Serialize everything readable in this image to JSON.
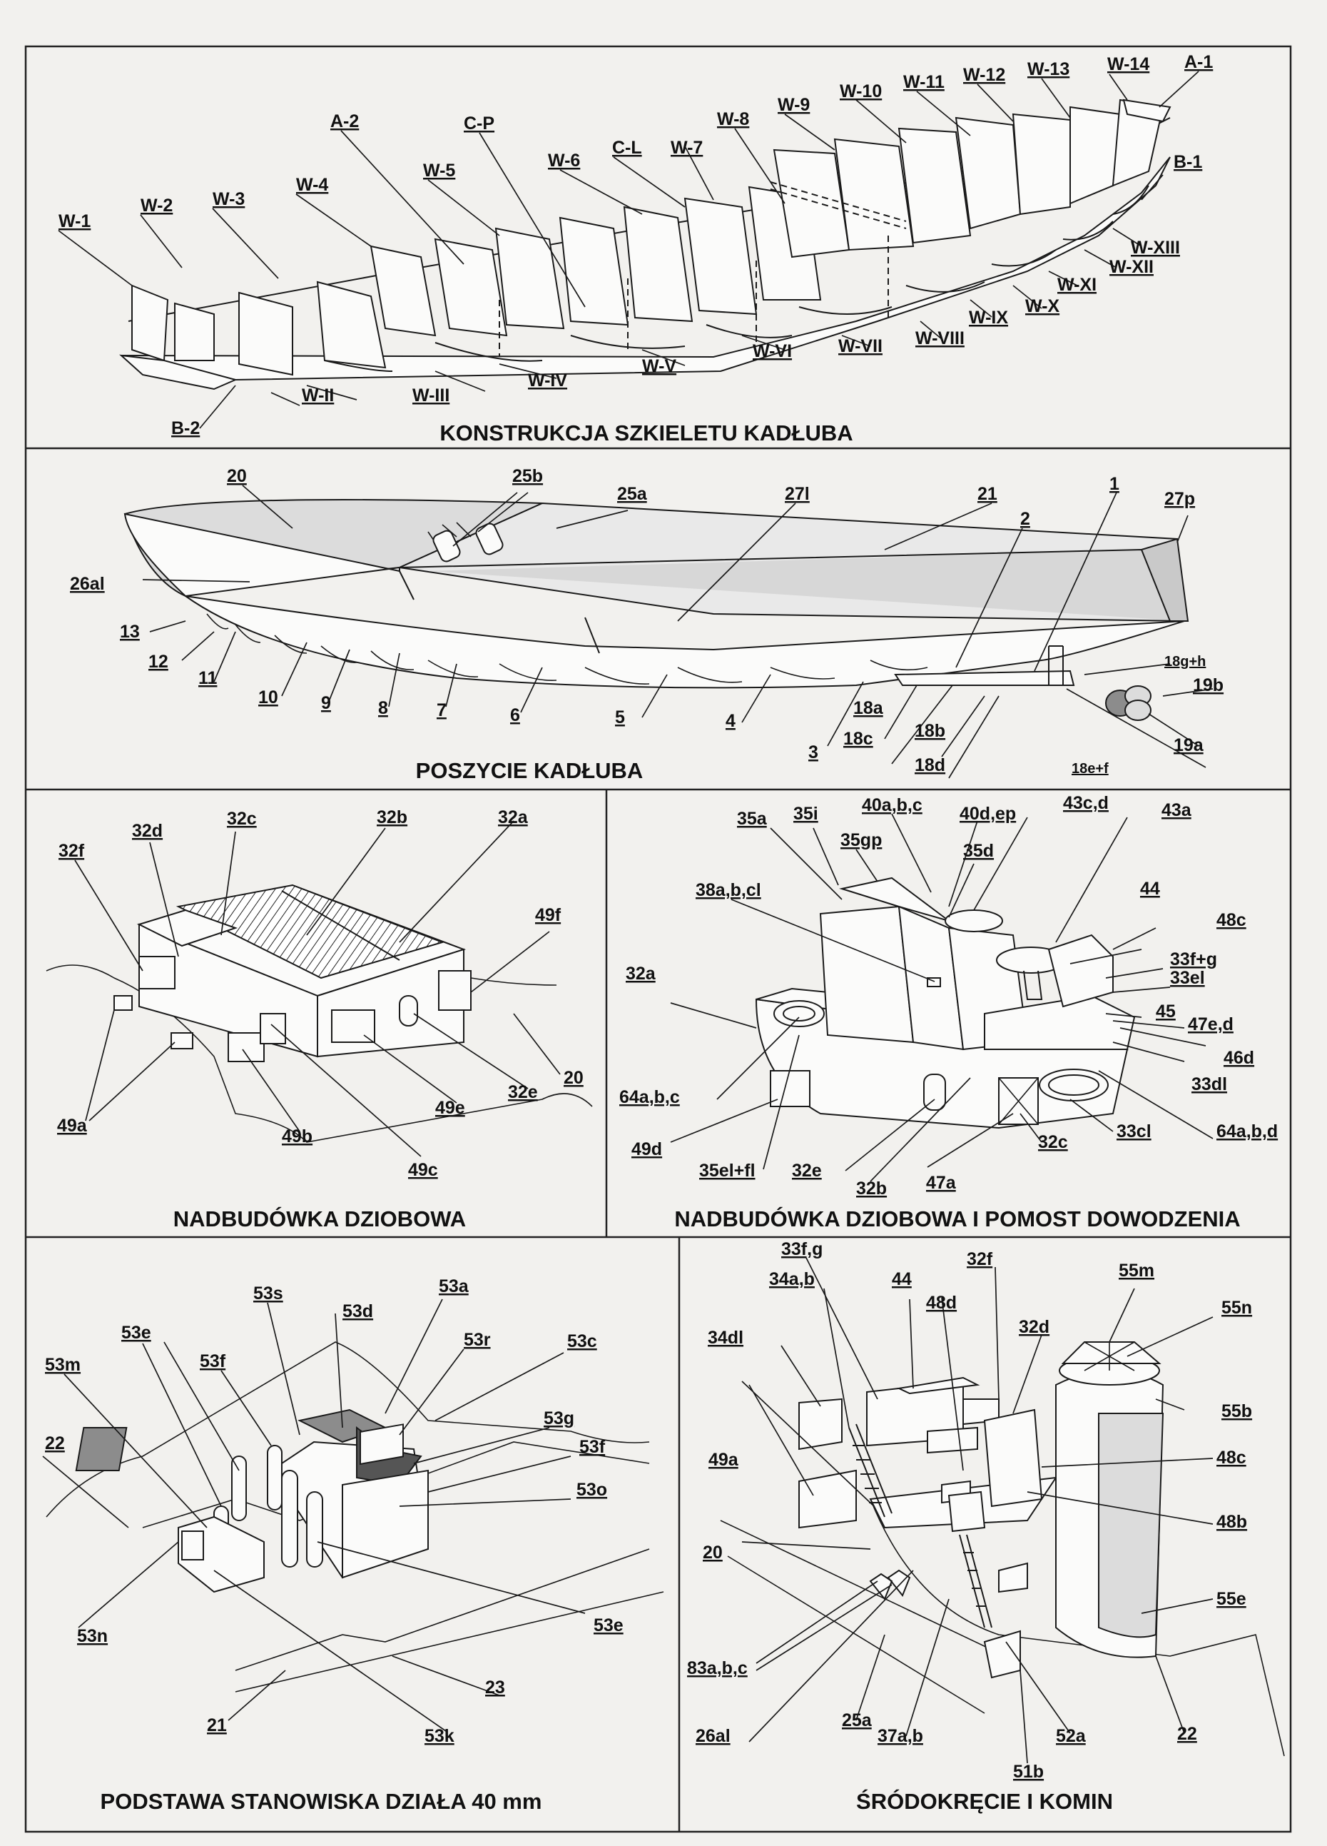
{
  "panels": {
    "skeleton": {
      "title": "KONSTRUKCJA SZKIELETU KADŁUBA",
      "labels": [
        "W-1",
        "W-2",
        "W-3",
        "W-4",
        "W-5",
        "A-2",
        "C-P",
        "W-6",
        "C-L",
        "W-7",
        "W-8",
        "W-9",
        "W-10",
        "W-11",
        "W-12",
        "W-13",
        "W-14",
        "A-1",
        "B-1",
        "W-XIII",
        "W-XII",
        "W-XI",
        "W-X",
        "W-IX",
        "W-VIII",
        "W-VII",
        "W-VI",
        "W-V",
        "W-IV",
        "W-III",
        "W-II",
        "B-2"
      ]
    },
    "plating": {
      "title": "POSZYCIE KADŁUBA",
      "labels": [
        "20",
        "25b",
        "25a",
        "27l",
        "21",
        "1",
        "27p",
        "2",
        "26al",
        "13",
        "12",
        "11",
        "10",
        "9",
        "8",
        "7",
        "6",
        "5",
        "4",
        "3",
        "18a",
        "18c",
        "18b",
        "18d",
        "18g+h",
        "19b",
        "19a",
        "18e+f"
      ]
    },
    "bow_superstructure": {
      "title": "NADBUDÓWKA DZIOBOWA",
      "labels": [
        "32f",
        "32d",
        "32c",
        "32b",
        "32a",
        "49f",
        "20",
        "32e",
        "49e",
        "49c",
        "49b",
        "49a"
      ]
    },
    "bridge": {
      "title": "NADBUDÓWKA DZIOBOWA I POMOST DOWODZENIA",
      "labels": [
        "35a",
        "35i",
        "40a,b,c",
        "40d,ep",
        "43c,d",
        "43a",
        "35gp",
        "35d",
        "38a,b,cl",
        "44",
        "48c",
        "33f+g",
        "33el",
        "45",
        "47e,d",
        "46d",
        "33dl",
        "64a,b,d",
        "33cl",
        "32c",
        "32a",
        "64a,b,c",
        "49d",
        "35el+fl",
        "32e",
        "32b",
        "47a"
      ]
    },
    "gun_base": {
      "title": "PODSTAWA STANOWISKA DZIAŁA 40 mm",
      "labels": [
        "53s",
        "53a",
        "53e",
        "53d",
        "53m",
        "53f",
        "53r",
        "53c",
        "22",
        "53g",
        "53f",
        "53o",
        "53n",
        "53e",
        "23",
        "21",
        "53k"
      ]
    },
    "funnel": {
      "title": "ŚRÓDOKRĘCIE I KOMIN",
      "labels": [
        "33f,g",
        "44",
        "32f",
        "55m",
        "34a,b",
        "48d",
        "55n",
        "34dl",
        "32d",
        "55b",
        "49a",
        "48c",
        "48b",
        "20",
        "55e",
        "83a,b,c",
        "25a",
        "26al",
        "37a,b",
        "52a",
        "22",
        "51b"
      ]
    }
  }
}
